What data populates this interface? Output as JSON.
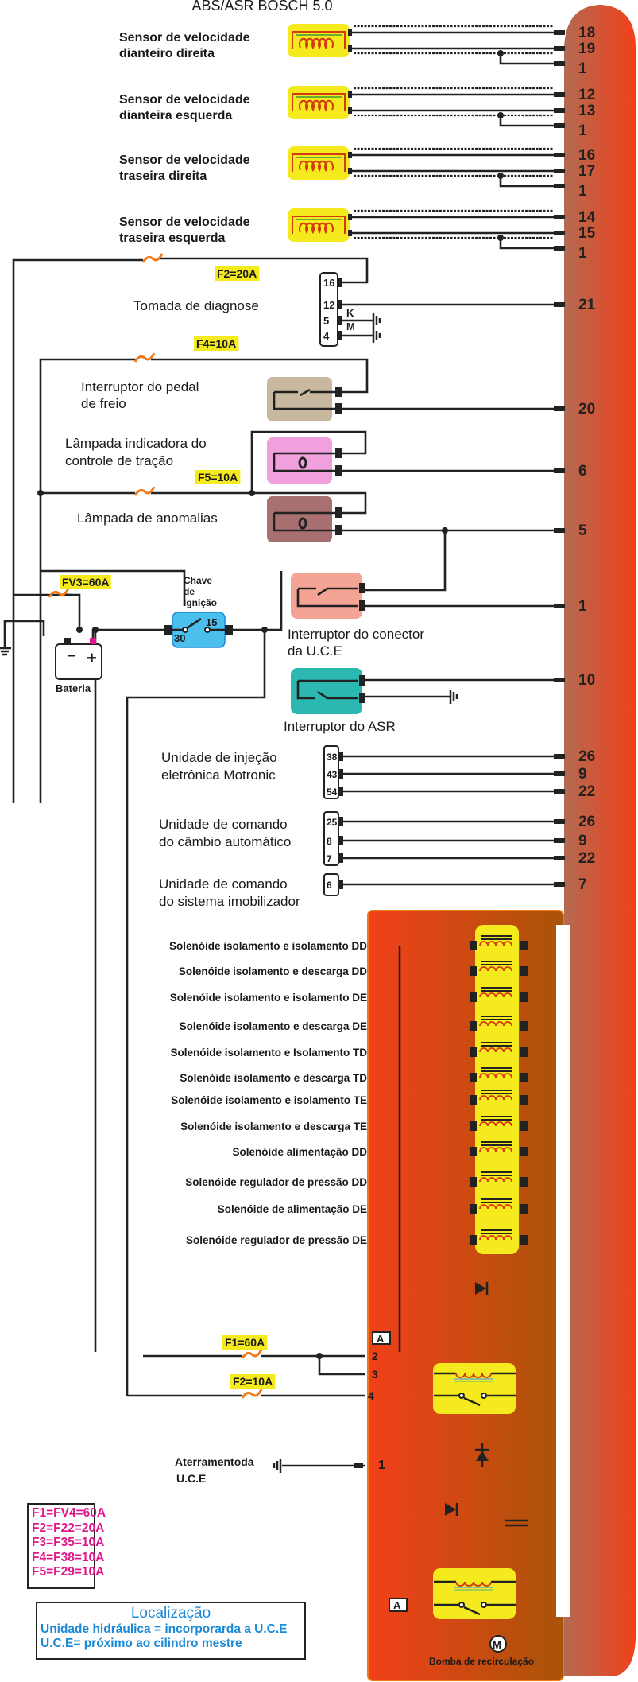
{
  "title": "ABS/ASR BOSCH 5.0",
  "colors": {
    "ecu_left": "#b36a52",
    "ecu_right": "#f2401a",
    "hydraulic_left": "#f2401a",
    "hydraulic_right": "#a85408",
    "sensor_bg": "#f5ea1e",
    "brake_switch_bg": "#c8b8a0",
    "traction_lamp_bg": "#f0a0dc",
    "fault_lamp_bg": "#a87070",
    "connector_switch_bg": "#f4a494",
    "asr_switch_bg": "#2ab8b0",
    "ignition_bg": "#4cc0ec",
    "fuse_label_bg": "#f5ea1e",
    "fuse_wave": "#f07a1a",
    "legend_text": "#e0168a",
    "location_text": "#1a8ad8"
  },
  "sensors": [
    {
      "label_line1": "Sensor de velocidade",
      "label_line2": "dianteiro direita",
      "pins": [
        "18",
        "19",
        "1"
      ]
    },
    {
      "label_line1": "Sensor de velocidade",
      "label_line2": "dianteira esquerda",
      "pins": [
        "12",
        "13",
        "1"
      ]
    },
    {
      "label_line1": "Sensor de velocidade",
      "label_line2": "traseira direita",
      "pins": [
        "16",
        "17",
        "1"
      ]
    },
    {
      "label_line1": "Sensor de velocidade",
      "label_line2": "traseira esquerda",
      "pins": [
        "14",
        "15",
        "1"
      ]
    }
  ],
  "fuses": {
    "f2_20": "F2=20A",
    "f4_10": "F4=10A",
    "f5_10": "F5=10A",
    "fv3_60": "FV3=60A",
    "f1_60": "F1=60A",
    "f2_10": "F2=10A"
  },
  "diagnosis": {
    "label": "Tomada  de diagnose",
    "pins": [
      "16",
      "12",
      "5",
      "4"
    ],
    "k_label": "K",
    "m_label": "M",
    "ecu_pin": "21"
  },
  "brake_switch": {
    "line1": "Interruptor do pedal",
    "line2": "de freio",
    "ecu_pin": "20"
  },
  "traction_lamp": {
    "line1": "Lâmpada indicadora do",
    "line2": "controle de tração",
    "ecu_pin": "6"
  },
  "fault_lamp": {
    "label": "Lâmpada de anomalias",
    "ecu_pin": "5"
  },
  "battery": {
    "label": "Bateria",
    "minus": "−",
    "plus": "+"
  },
  "ignition": {
    "line1": "Chave",
    "line2": "de",
    "line3": "Ignição",
    "pin_30": "30",
    "pin_15": "15"
  },
  "connector_switch": {
    "line1": "Interruptor do conector",
    "line2": "da U.C.E",
    "ecu_pin": "1"
  },
  "asr_switch": {
    "label": "Interruptor do ASR",
    "ecu_pin": "10"
  },
  "motronic": {
    "line1": "Unidade de injeção",
    "line2": "eletrônica Motronic",
    "pins": [
      "38",
      "43",
      "54"
    ],
    "ecu_pins": [
      "26",
      "9",
      "22"
    ]
  },
  "gearbox": {
    "line1": "Unidade de comando",
    "line2": "do câmbio automático",
    "pins": [
      "25",
      "8",
      "7"
    ],
    "ecu_pins": [
      "26",
      "9",
      "22"
    ]
  },
  "immobilizer": {
    "line1": "Unidade de comando",
    "line2": "do sistema imobilizador",
    "pins": [
      "6"
    ],
    "ecu_pins": [
      "7"
    ]
  },
  "solenoids": [
    "Solenóide isolamento e isolamento DD",
    "Solenóide isolamento e descarga DD",
    "Solenóide isolamento e isolamento DE",
    "Solenóide isolamento e descarga DE",
    "Solenóide isolamento e Isolamento TD",
    "Solenóide isolamento e descarga TD",
    "Solenóide isolamento e isolamento TE",
    "Solenóide isolamento e descarga TE",
    "Solenóide alimentação DD",
    "Solenóide regulador de pressão DD",
    "Solenóide de alimentação DE",
    "Solenóide regulador de pressão DE"
  ],
  "hydraulic": {
    "marker_a": "A",
    "pins": [
      "2",
      "3",
      "4"
    ],
    "ground_pin": "1",
    "pump_label": "Bomba de recirculação",
    "motor_symbol": "M"
  },
  "ground": {
    "line1": "Aterramentoda",
    "line2": "U.C.E"
  },
  "fuse_legend": [
    "F1=FV4=60A",
    "F2=F22=20A",
    "F3=F35=10A",
    "F4=F38=10A",
    "F5=F29=10A"
  ],
  "location": {
    "title": "Localização",
    "line1": "Unidade hidráulica = incorporarda a U.C.E",
    "line2": "U.C.E= próximo ao cilindro mestre"
  }
}
